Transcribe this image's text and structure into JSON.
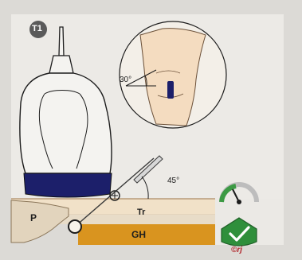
{
  "figure": {
    "badge": "T1",
    "knee_angle_label": "30°",
    "needle_angle_label": "45°",
    "structures": {
      "p": "P",
      "tr": "Tr",
      "gh": "GH"
    },
    "copyright": "©rj",
    "gauge_icon": "gauge-icon",
    "check_icon": "checkmark-icon"
  },
  "colors": {
    "page": "#dcdad6",
    "probe_fill": "#f4f3f0",
    "probe_outline": "#1c1c1c",
    "transducer": "#1c1f6a",
    "skin": "#f1e1c8",
    "skin_edge": "#b89a78",
    "gh_bar": "#d9941f",
    "badge": "#5a5a5a",
    "check_green": "#2f8f3b",
    "gauge_green": "#3c9a44",
    "copyright_red": "#b1262c"
  }
}
